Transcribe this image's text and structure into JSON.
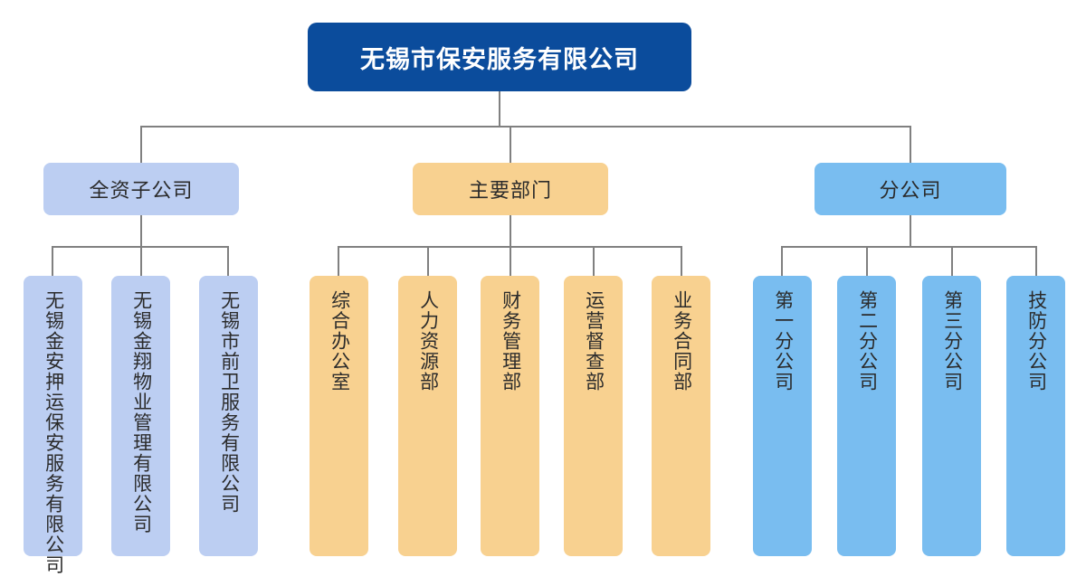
{
  "chart": {
    "type": "org-chart",
    "root": {
      "label": "无锡市保安服务有限公司",
      "color": "#0b4c9c",
      "text_color": "#ffffff"
    },
    "groups": [
      {
        "label": "全资子公司",
        "color": "#bccef2",
        "children": [
          {
            "label": "无锡金安押运保安服务有限公司"
          },
          {
            "label": "无锡金翔物业管理有限公司"
          },
          {
            "label": "无锡市前卫服务有限公司"
          }
        ]
      },
      {
        "label": "主要部门",
        "color": "#f8d190",
        "children": [
          {
            "label": "综合办公室"
          },
          {
            "label": "人力资源部"
          },
          {
            "label": "财务管理部"
          },
          {
            "label": "运营督查部"
          },
          {
            "label": "业务合同部"
          }
        ]
      },
      {
        "label": "分公司",
        "color": "#79bdf0",
        "children": [
          {
            "label": "第一分公司"
          },
          {
            "label": "第二分公司"
          },
          {
            "label": "第三分公司"
          },
          {
            "label": "技防分公司"
          }
        ]
      }
    ],
    "connector_color": "#808080"
  }
}
